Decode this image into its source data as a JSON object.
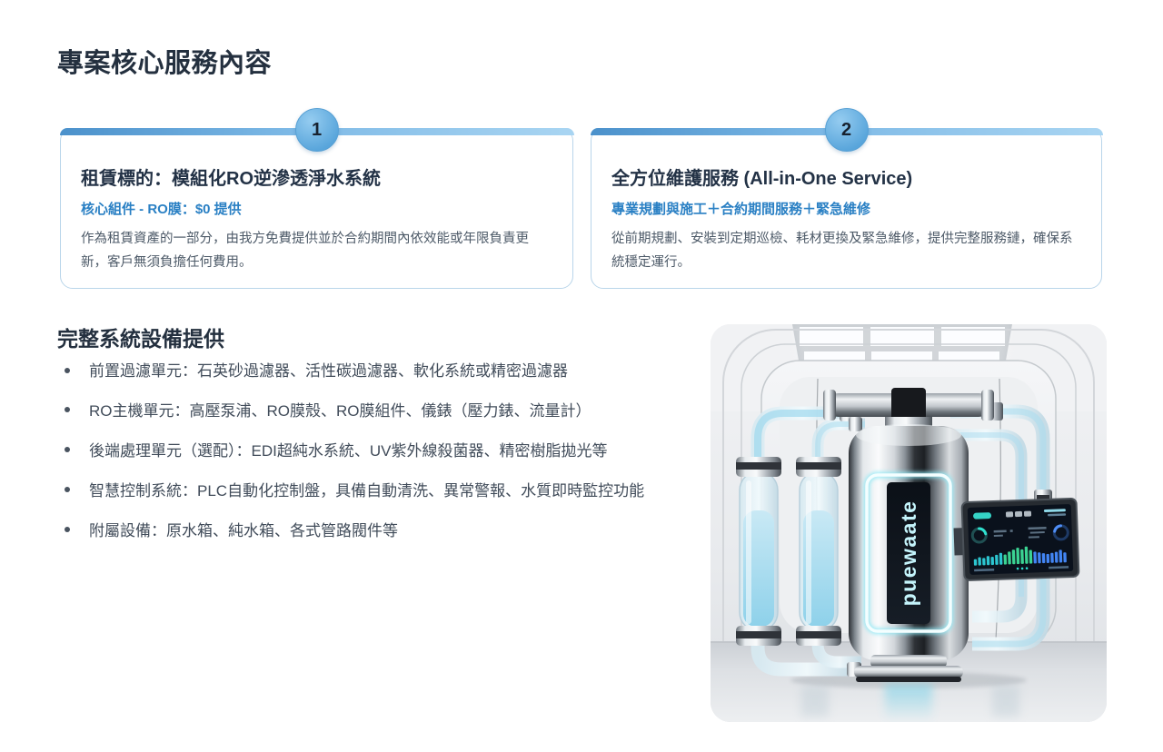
{
  "page": {
    "title": "專案核心服務內容"
  },
  "cards": [
    {
      "number": "1",
      "title": "租賃標的：模組化RO逆滲透淨水系統",
      "subtitle": "核心組件 - RO膜：$0 提供",
      "body": "作為租賃資產的一部分，由我方免費提供並於合約期間內依效能或年限負責更新，客戶無須負擔任何費用。"
    },
    {
      "number": "2",
      "title": "全方位維護服務 (All-in-One Service)",
      "subtitle": "專業規劃與施工＋合約期間服務＋緊急維修",
      "body": "從前期規劃、安裝到定期巡檢、耗材更換及緊急維修，提供完整服務鏈，確保系統穩定運行。"
    }
  ],
  "equipment": {
    "title": "完整系統設備提供",
    "items": [
      "前置過濾單元：石英砂過濾器、活性碳過濾器、軟化系統或精密過濾器",
      "RO主機單元：高壓泵浦、RO膜殼、RO膜組件、儀錶（壓力錶、流量計）",
      "後端處理單元（選配）：EDI超純水系統、UV紫外線殺菌器、精密樹脂拋光等",
      "智慧控制系統：PLC自動化控制盤，具備自動清洗、異常警報、水質即時監控功能",
      "附屬設備：原水箱、純水箱、各式管路閥件等"
    ]
  },
  "machine_image": {
    "brand_text": "puewaate",
    "screen_bars": [
      7,
      9,
      8,
      10,
      9,
      11,
      13,
      11,
      14,
      16,
      18,
      16,
      19,
      15,
      13,
      12,
      11,
      10,
      11,
      12,
      14,
      11
    ],
    "bar_colors": {
      "teal": "#2cc5d0",
      "green": "#3bd393",
      "blue": "#4285f4"
    }
  },
  "colors": {
    "title_navy": "#24303f",
    "accent_blue": "#2a80c4",
    "card_border": "#b9d5ea",
    "topbar_gradient_start": "#4b91cb",
    "topbar_gradient_end": "#a9d5f2",
    "body_gray": "#4d5a68"
  }
}
